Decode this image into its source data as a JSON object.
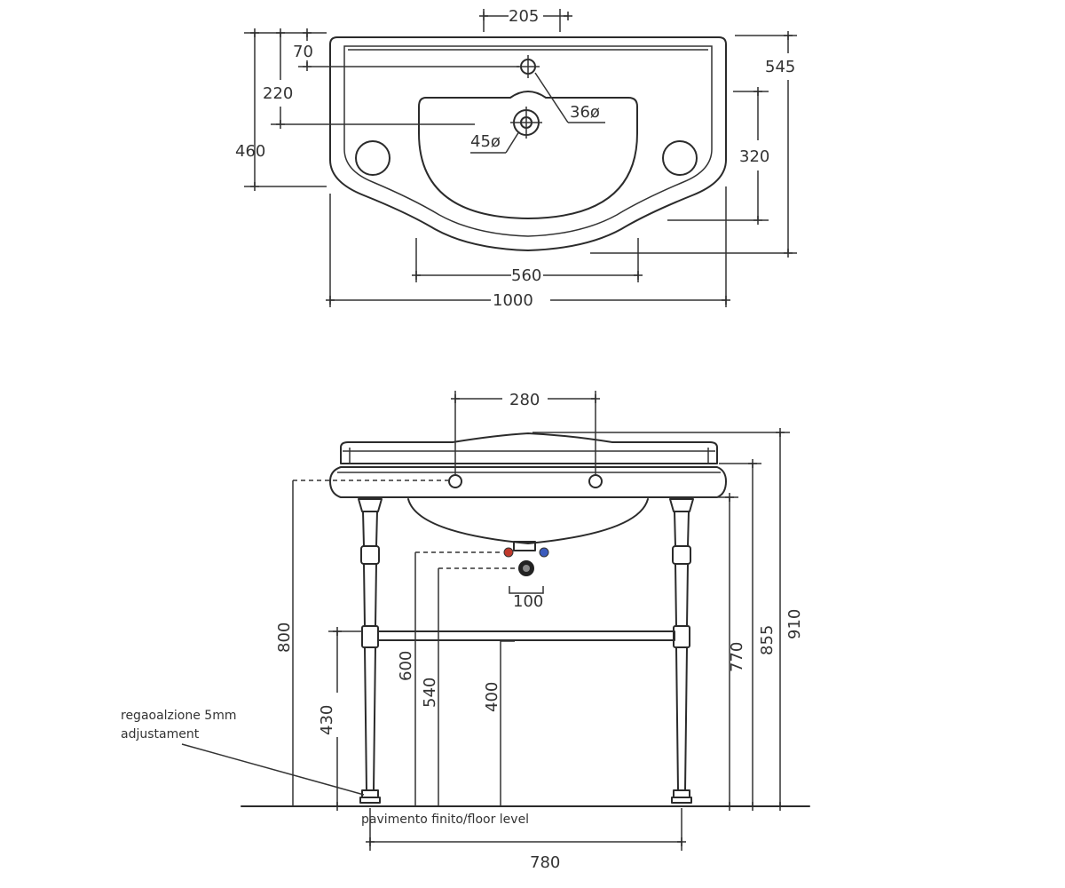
{
  "top_view": {
    "dim_tap_spacing": "205",
    "dim_tap_from_back": "70",
    "dim_basin_center": "220",
    "dim_depth_left": "460",
    "dim_depth_total": "545",
    "dim_depth_right": "320",
    "dim_tap_hole": "36ø",
    "dim_drain_hole": "45ø",
    "dim_bowl_width": "560",
    "dim_total_width": "1000"
  },
  "front_view": {
    "dim_hole_spacing": "280",
    "dim_drain_offset": "100",
    "dim_hole_height": "800",
    "dim_supply_height": "600",
    "dim_waste_height": "540",
    "dim_bar_height": "400",
    "dim_shelf_height": "430",
    "dim_underside_height": "770",
    "dim_rim_height": "855",
    "dim_top_height": "910",
    "dim_leg_span": "780",
    "note_adjustment_line1": "regaoalzione 5mm",
    "note_adjustment_line2": "adjustament",
    "floor_label": "pavimento finito/floor level"
  }
}
